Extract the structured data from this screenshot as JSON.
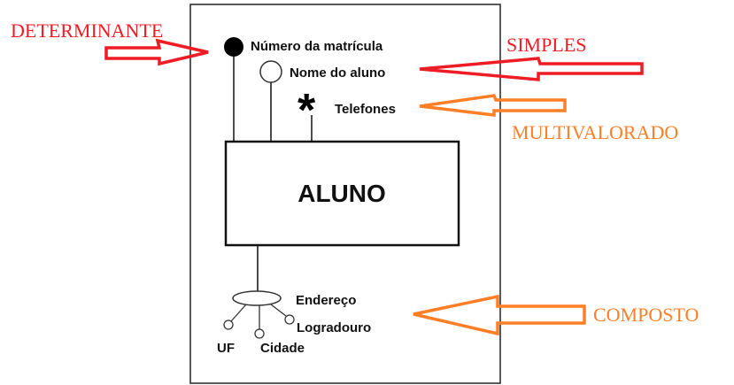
{
  "entity": "ALUNO",
  "attributes": {
    "numero": "Número da matrícula",
    "nome": "Nome do aluno",
    "telefones": "Telefones",
    "endereco": "Endereço",
    "logradouro": "Logradouro",
    "cidade": "Cidade",
    "uf": "UF"
  },
  "annotations": {
    "determinante": "DETERMINANTE",
    "simples": "SIMPLES",
    "multivalorado": "MULTIVALORADO",
    "composto": "COMPOSTO"
  },
  "colors": {
    "red": "#ee1c24",
    "orange": "#ff7f27"
  }
}
